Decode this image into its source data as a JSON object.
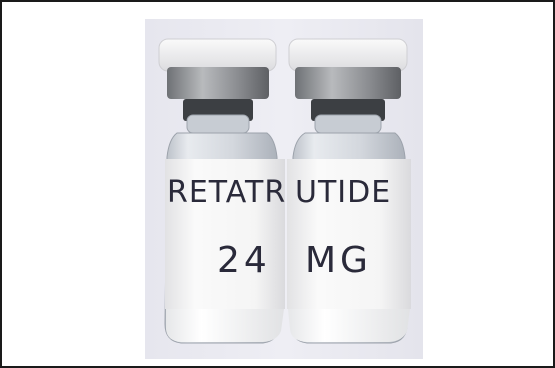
{
  "photo": {
    "description_label": "vials",
    "colors": {
      "background": "#e9e9f1",
      "cap": "#f1f1f3",
      "crimp": "#8d8f93",
      "stopper": "#3c3f43",
      "glass": "#cfd3da",
      "label": "#f4f4f4",
      "powder": "#f7f7f5",
      "ink": "#2a2a3a"
    },
    "label_line_1_left": "RETATR",
    "label_line_1_right": "UTIDE",
    "label_line_2_left": "24",
    "label_line_2_right": "MG"
  }
}
